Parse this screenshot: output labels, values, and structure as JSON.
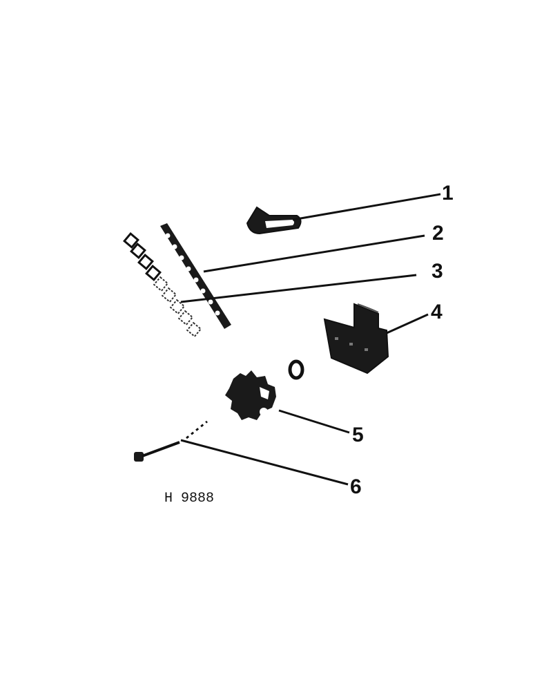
{
  "figure": {
    "code": "H 9888",
    "callouts": [
      {
        "number": "1",
        "part": "hook-link"
      },
      {
        "number": "2",
        "part": "roller-chain"
      },
      {
        "number": "3",
        "part": "detachable-link-chain"
      },
      {
        "number": "4",
        "part": "u-bracket"
      },
      {
        "number": "5",
        "part": "sprocket"
      },
      {
        "number": "6",
        "part": "bolt"
      }
    ]
  },
  "colors": {
    "ink": "#111111",
    "paper": "#ffffff",
    "fill": "#1a1a1a"
  }
}
